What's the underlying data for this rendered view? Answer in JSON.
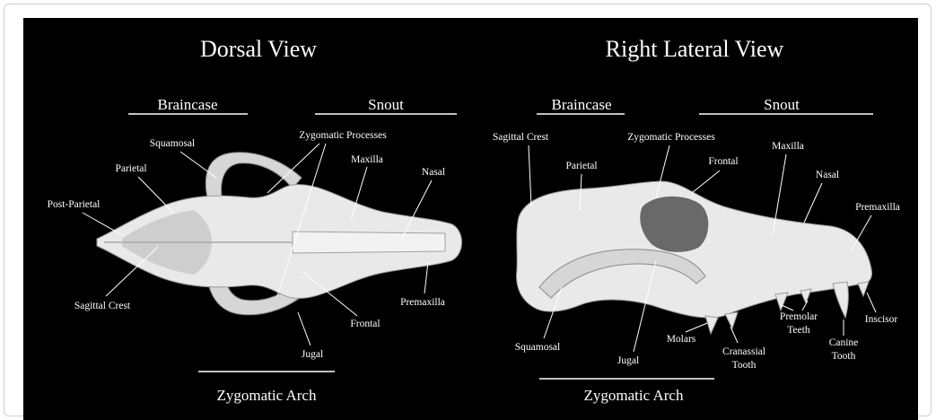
{
  "figure": {
    "dorsal": {
      "title": "Dorsal View",
      "section_braincase": "Braincase",
      "section_snout": "Snout",
      "section_arch": "Zygomatic Arch",
      "labels": {
        "squamosal": "Squamosal",
        "zygomatic_processes": "Zygomatic Processes",
        "parietal": "Parietal",
        "maxilla": "Maxilla",
        "nasal": "Nasal",
        "post_parietal": "Post-Parietal",
        "sagittal_crest": "Sagittal Crest",
        "premaxilla": "Premaxilla",
        "frontal": "Frontal",
        "jugal": "Jugal"
      }
    },
    "lateral": {
      "title": "Right Lateral View",
      "section_braincase": "Braincase",
      "section_snout": "Snout",
      "section_arch": "Zygomatic Arch",
      "labels": {
        "sagittal_crest": "Sagittal Crest",
        "zygomatic_processes": "Zygomatic Processes",
        "maxilla": "Maxilla",
        "parietal": "Parietal",
        "frontal": "Frontal",
        "nasal": "Nasal",
        "premaxilla": "Premaxilla",
        "premolar_1": "Premolar",
        "premolar_2": "Teeth",
        "inscisor": "Inscisor",
        "molars": "Molars",
        "canine_1": "Canine",
        "canine_2": "Tooth",
        "squamosal": "Squamosal",
        "jugal": "Jugal",
        "cranassial_1": "Cranassial",
        "cranassial_2": "Tooth"
      }
    }
  }
}
